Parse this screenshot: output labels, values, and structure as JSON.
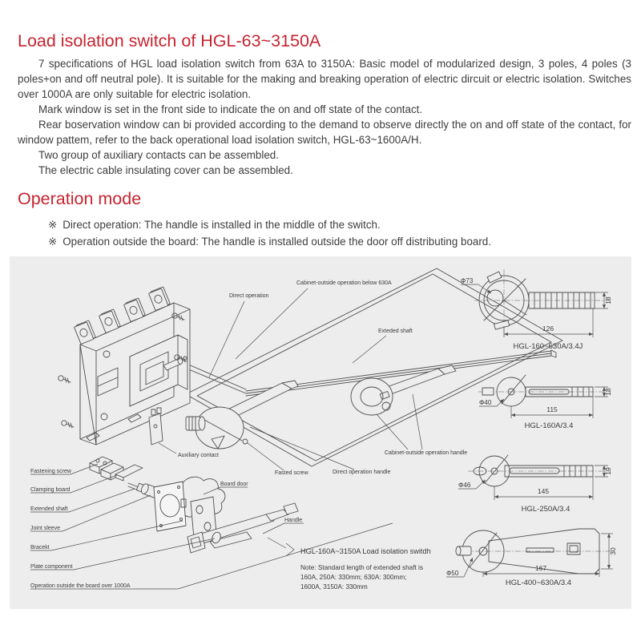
{
  "doc": {
    "title": "Load isolation switch of HGL-63~3150A",
    "paragraphs": [
      "7 specifications of HGL load isolation switch from 63A to 3150A: Basic model of modularized design, 3 poles, 4 poles (3 poles+on and off neutral pole). It is suitable for the making and breaking operation of electric dircuit or electric isolation. Switches over 1000A are only suitable for electric isolation.",
      "Mark window is set in the front side to indicate the on and off state of the contact.",
      "Rear boservation window can bi provided according to the demand to observe directly the on and off state of the contact, for window pattem, refer to the back operational load isolation switch,  HGL-63~1600A/H.",
      "Two group of auxiliary contacts can be assembled.",
      "The electric cable insulating cover can be assembled."
    ],
    "operation_heading": "Operation mode",
    "bullets": [
      {
        "marker": "※",
        "text": "Direct operation: The handle is installed in the middle of the switch."
      },
      {
        "marker": "※",
        "text": "Operation outside the board: The handle is installed outside the door off distributing board."
      }
    ]
  },
  "diagram": {
    "labels": {
      "direct_operation": "Direct operation",
      "cabinet_outside_below": "Cabinet-outside operation below 630A",
      "extended_shaft_top": "Exteded shaft",
      "auxiliary_contact": "Auxiliary contact",
      "fastening_screw": "Fastening screw",
      "clamping_board": "Clamping board",
      "extended_shaft": "Extended shaft",
      "joint_sleeve": "Joint sleeve",
      "bracket": "Bracekt",
      "plate_component": "Plate component",
      "operation_outside": "Operation outside the board over 1000A",
      "board_door": "Board door",
      "fasted_screw": "Fasted screw",
      "direct_operation_handle": "Direct operation handle",
      "cabinet_outside_handle": "Cabinet-outside operation handle",
      "handle": "Handle",
      "switch_title": "HGL-160A~3150A Load isolation switdh",
      "note_line1": "Note: Standard length of extended shaft is",
      "note_line2": "160A, 250A: 330mm;  630A: 300mm;",
      "note_line3": "1600A, 3150A: 330mm"
    },
    "dimension_drawings": [
      {
        "model": "HGL-160~630A/3.4J",
        "diameter": "Φ73",
        "length": "126",
        "height": "18"
      },
      {
        "model": "HGL-160A/3.4",
        "diameter": "Φ40",
        "length": "115",
        "height": "18"
      },
      {
        "model": "HGL-250A/3.4",
        "diameter": "Φ46",
        "length": "145",
        "height": "19"
      },
      {
        "model": "HGL-400~630A/3.4",
        "diameter": "Φ50",
        "length": "167",
        "height": "30"
      }
    ],
    "colors": {
      "heading_red": "#c62430",
      "body_text": "#3d3d3d",
      "panel_background": "#ededed",
      "line": "#4f4f4f"
    }
  }
}
